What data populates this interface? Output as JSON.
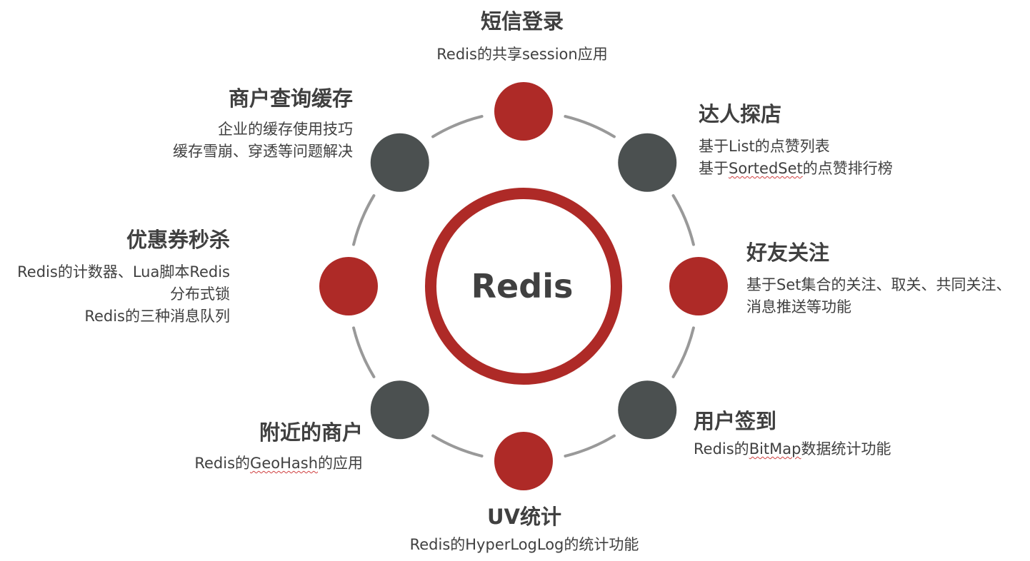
{
  "center": {
    "label": "Redis"
  },
  "colors": {
    "red": "#ae2a27",
    "gray": "#4b5050",
    "ring": "#999999",
    "text": "#404040"
  },
  "features": [
    {
      "id": "sms-login",
      "title": "短信登录",
      "lines": [
        "Redis的共享session应用"
      ],
      "node_color": "red"
    },
    {
      "id": "expert-store-visit",
      "title": "达人探店",
      "lines": [
        "基于List的点赞列表",
        "基于SortedSet的点赞排行榜"
      ],
      "node_color": "gray"
    },
    {
      "id": "friend-follow",
      "title": "好友关注",
      "lines": [
        "基于Set集合的关注、取关、共同关注、",
        "消息推送等功能"
      ],
      "node_color": "red"
    },
    {
      "id": "user-sign-in",
      "title": "用户签到",
      "lines": [
        "Redis的BitMap数据统计功能"
      ],
      "node_color": "gray"
    },
    {
      "id": "uv-stats",
      "title": "UV统计",
      "lines": [
        "Redis的HyperLogLog的统计功能"
      ],
      "node_color": "red"
    },
    {
      "id": "nearby-shops",
      "title": "附近的商户",
      "lines": [
        "Redis的GeoHash的应用"
      ],
      "node_color": "gray"
    },
    {
      "id": "coupon-flash-sale",
      "title": "优惠券秒杀",
      "lines": [
        "Redis的计数器、Lua脚本Redis",
        "分布式锁",
        "Redis的三种消息队列"
      ],
      "node_color": "red"
    },
    {
      "id": "shop-query-cache",
      "title": "商户查询缓存",
      "lines": [
        "企业的缓存使用技巧",
        "缓存雪崩、穿透等问题解决"
      ],
      "node_color": "gray"
    }
  ]
}
